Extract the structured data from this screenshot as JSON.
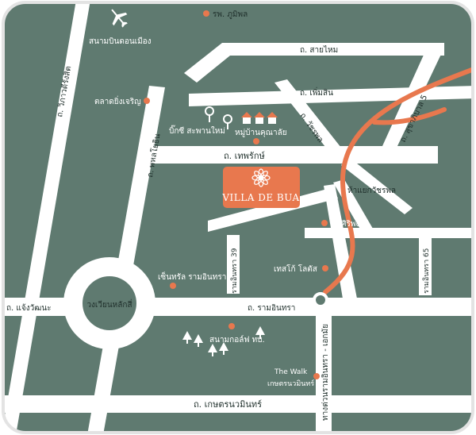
{
  "colors": {
    "background": "#5f7a70",
    "road": "#ffffff",
    "accent": "#e8784e",
    "text": "#1f2f2b"
  },
  "brand": {
    "name": "VILLA DE BUA",
    "icon": "lotus-icon"
  },
  "roads": {
    "vibhavadi": "ถ. วิภาวดีรังสิต",
    "phahonyothin": "ถ. พหลโยธิน",
    "saimai": "ถ. สายไหม",
    "phermsin": "ถ. เพิ่มสิน",
    "watcharapol": "ถ. วัชรพล",
    "sukhaphiban5": "ถ. สุขาภิบาล 5",
    "thepharak": "ถ. เทพรักษ์",
    "ramintra39": "รามอินทรา 39",
    "ramintra65": "รามอินทรา 65",
    "chaengwattana": "ถ. แจ้งวัฒนะ",
    "ramintra": "ถ. รามอินทรา",
    "expressway": "ทางด่วนรามอินทรา - เอกมัย",
    "kaset_nawamin": "ถ. เกษตรนวมินทร์"
  },
  "places": {
    "bhumibol_hospital": "รพ. ภูมิพล",
    "don_mueang_airport": "สนามบินดอนเมือง",
    "ying_charoen_market": "ตลาดยิ่งเจริญ",
    "big_c_saphan_mai": "บิ๊กซี สะพานใหม่",
    "village": "หมู่บ้านคุณาลัย",
    "watcharapol_junction": "ห้าแยกวัชรพล",
    "wat_siriphong": "วัดศิริพงษ์",
    "tesco_lotus": "เทสโก้ โลตัส",
    "central_ramintra": "เซ็นทรัล รามอินทรา",
    "lak_si_circle": "วงเวียนหลักสี่",
    "golf_course": "สนามกอล์ฟ ทบ.",
    "the_walk": "The Walk",
    "the_walk_area": "เกษตรนวมินทร์"
  }
}
